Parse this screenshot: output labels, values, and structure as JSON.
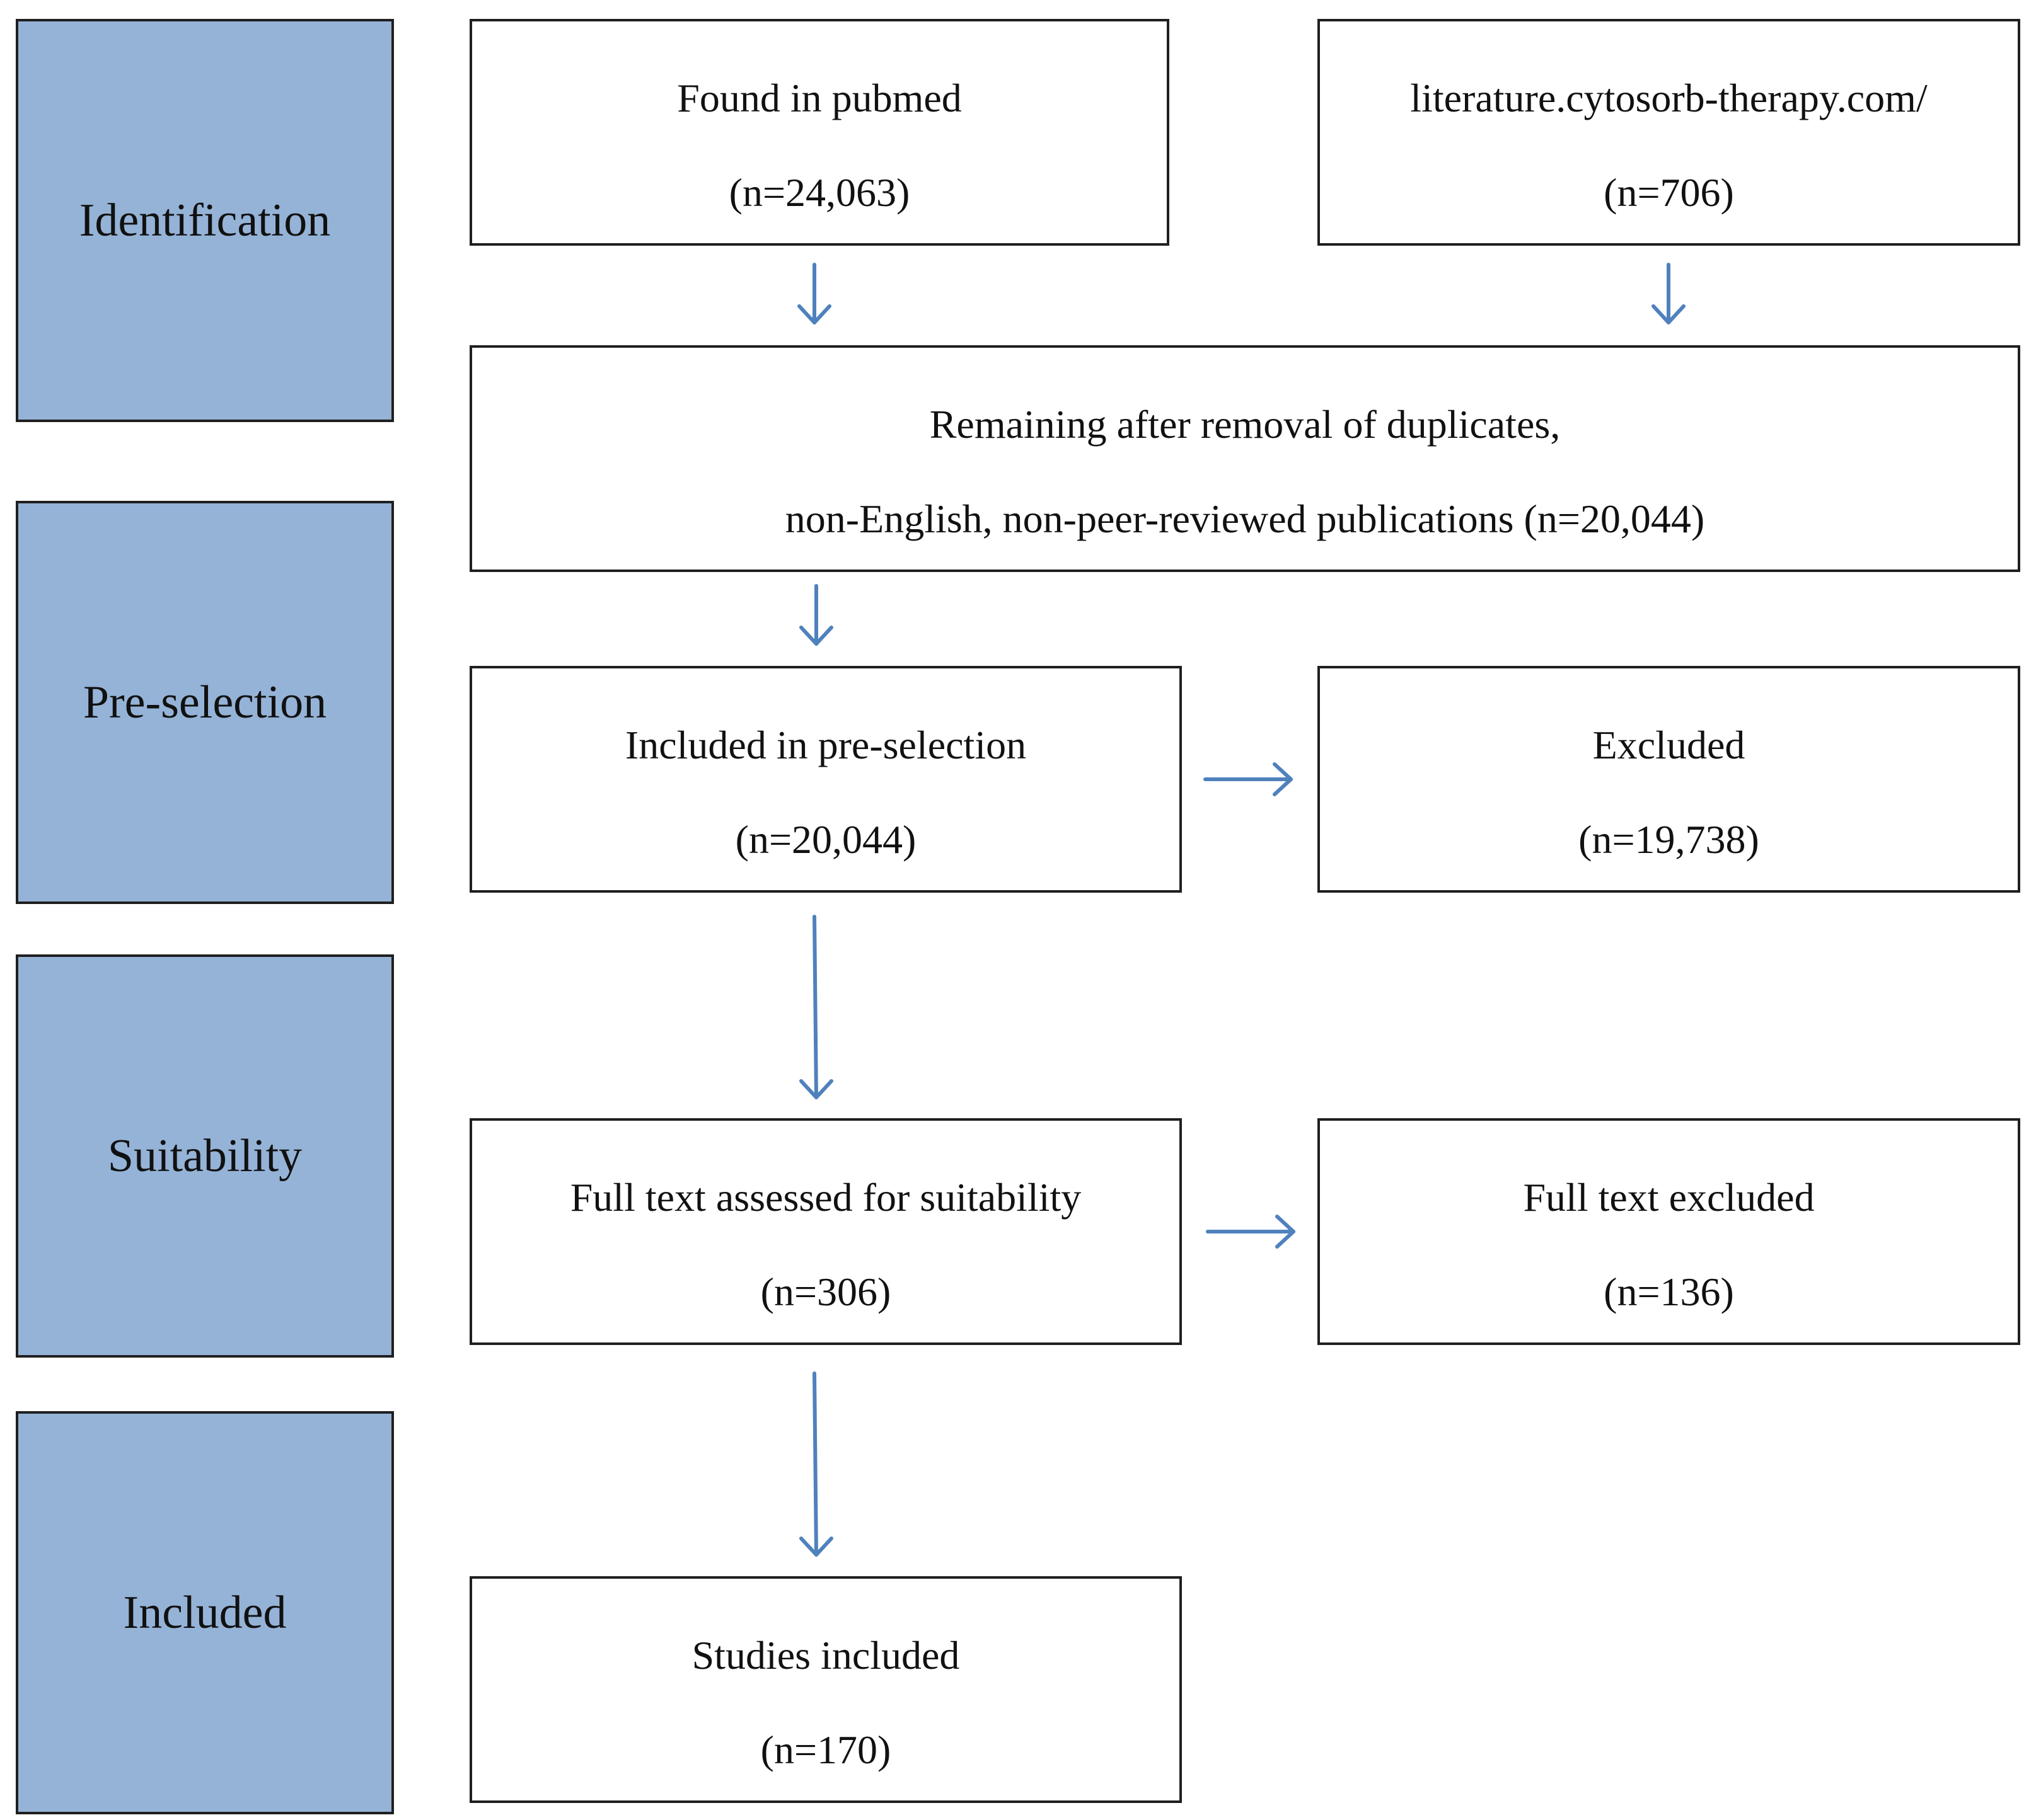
{
  "stages": [
    {
      "label": "Identification"
    },
    {
      "label": "Pre-selection"
    },
    {
      "label": "Suitability"
    },
    {
      "label": "Included"
    }
  ],
  "boxes": {
    "pubmed": {
      "line1": "Found in pubmed",
      "line2": "(n=24,063)"
    },
    "cytosorb": {
      "line1": "literature.cytosorb-therapy.com/",
      "line2": "(n=706)"
    },
    "remaining": {
      "line1": "Remaining after removal of duplicates,",
      "line2": "non-English, non-peer-reviewed publications (n=20,044)"
    },
    "preselection": {
      "line1": "Included in pre-selection",
      "line2": "(n=20,044)"
    },
    "excluded": {
      "line1": "Excluded",
      "line2": "(n=19,738)"
    },
    "fulltext": {
      "line1": "Full text assessed for suitability",
      "line2": "(n=306)"
    },
    "fulltext_excluded": {
      "line1": "Full text excluded",
      "line2": "(n=136)"
    },
    "studies": {
      "line1": "Studies included",
      "line2": "(n=170)"
    }
  },
  "colors": {
    "stage_fill": "#95b3d7",
    "arrow": "#4f81bd",
    "border": "#1f1f1f"
  }
}
